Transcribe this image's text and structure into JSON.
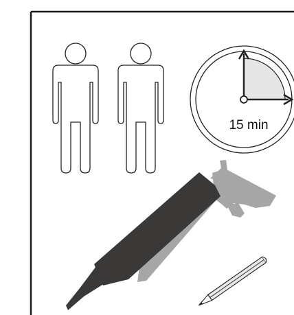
{
  "instruction_sheet": {
    "people_required": 2,
    "timer": {
      "label": "15 min",
      "elapsed_fraction": 0.25
    },
    "tools": [
      "caulking-gun",
      "pencil"
    ],
    "colors": {
      "frame": "#1a1a1a",
      "outline": "#222222",
      "gun_body": "#3b3838",
      "gun_frame": "#a6a6a6",
      "pencil_fill": "#e8e8e8",
      "timer_wedge": "#e6e6e6"
    }
  }
}
